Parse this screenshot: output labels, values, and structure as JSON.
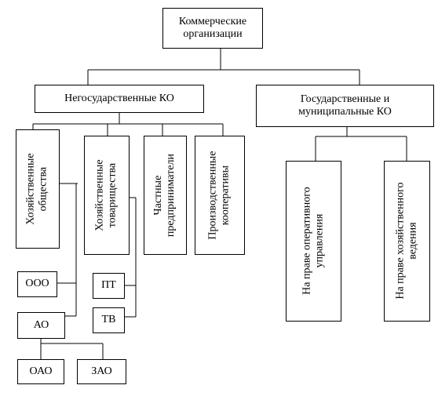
{
  "diagram": {
    "root": {
      "label": "Коммерческие\nорганизации"
    },
    "non_state": {
      "label": "Негосударственные КО",
      "business_companies": {
        "label": "Хозяйственные\nобщества"
      },
      "business_partnerships": {
        "label": "Хозяйственные\nтоварищества"
      },
      "private_entrepreneurs": {
        "label": "Частные\nпредприниматели"
      },
      "production_cooperatives": {
        "label": "Производственные\nкооперативы"
      },
      "ooo": {
        "label": "ООО"
      },
      "ao": {
        "label": "АО"
      },
      "oao": {
        "label": "ОАО"
      },
      "zao": {
        "label": "ЗАО"
      },
      "pt": {
        "label": "ПТ"
      },
      "tv": {
        "label": "ТВ"
      }
    },
    "state": {
      "label": "Государственные и\nмуниципальные КО",
      "operational_management": {
        "label": "На праве оперативного\nуправления"
      },
      "economic_management": {
        "label": "На праве хозяйственного\nведения"
      }
    }
  }
}
